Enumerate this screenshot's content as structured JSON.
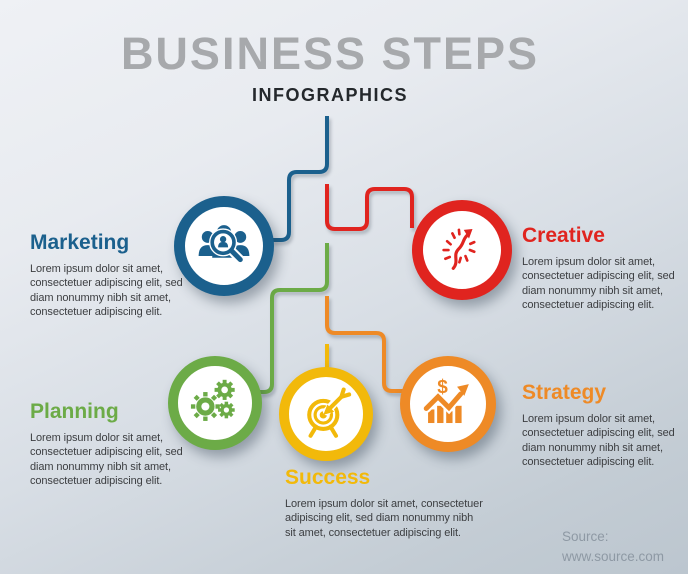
{
  "header": {
    "title": "BUSINESS STEPS",
    "subtitle": "INFOGRAPHICS"
  },
  "steps": [
    {
      "label": "Marketing",
      "color": "#1b608d",
      "icon": "people-search-icon",
      "body": "Lorem ipsum dolor sit amet, consectetuer adipiscing elit, sed diam nonummy nibh sit amet, consectetuer adipiscing elit."
    },
    {
      "label": "Creative",
      "color": "#e0241f",
      "icon": "creative-arrow-icon",
      "body": "Lorem ipsum dolor sit amet, consectetuer adipiscing elit, sed diam nonummy nibh sit amet, consectetuer adipiscing elit."
    },
    {
      "label": "Planning",
      "color": "#6cab47",
      "icon": "gears-icon",
      "body": "Lorem ipsum dolor sit amet, consectetuer adipiscing elit, sed diam nonummy nibh sit amet, consectetuer adipiscing elit."
    },
    {
      "label": "Success",
      "color": "#f2b90a",
      "icon": "target-dart-icon",
      "body": "Lorem ipsum dolor sit amet, consectetuer adipiscing elit, sed diam nonummy nibh sit amet, consectetuer adipiscing elit."
    },
    {
      "label": "Strategy",
      "color": "#ee8a26",
      "icon": "growth-chart-icon",
      "body": "Lorem ipsum dolor sit amet, consectetuer adipiscing elit, sed diam nonummy nibh sit amet, consectetuer adipiscing elit."
    }
  ],
  "source": {
    "label": "Source:",
    "url_text": "www.source.com"
  },
  "background_colors": {
    "top": "#eff1f5",
    "bottom": "#bcc6cf",
    "title_gray": "#a7a9ac"
  }
}
